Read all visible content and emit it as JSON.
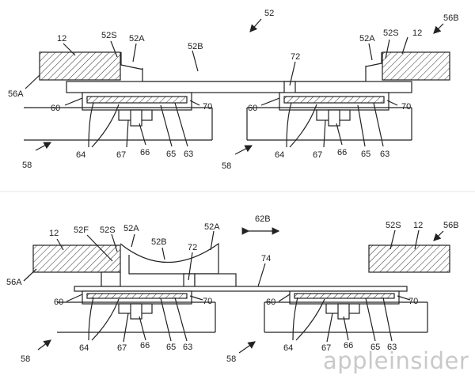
{
  "figure_top": {
    "labels": {
      "assembly": "52",
      "plate_left": "12",
      "plate_right": "12",
      "side_left": "52S",
      "side_right": "52S",
      "edge_left": "52A",
      "edge_right": "52A",
      "button": "52B",
      "stem": "72",
      "region_left": "56A",
      "region_right": "56B",
      "bracket_left": "60",
      "bracket_right": "60",
      "dome_left": "70",
      "dome_right": "70",
      "flex_left": "58",
      "flex_right": "58",
      "leads_left": "64",
      "leads_right": "64",
      "contact_left": "67",
      "contact_right": "67",
      "pad_left": "66",
      "pad_right": "66",
      "layer_left": "65",
      "layer_right": "65",
      "base_left": "63",
      "base_right": "63"
    }
  },
  "figure_bottom": {
    "labels": {
      "plate_left": "12",
      "plate_right": "12",
      "flange": "52F",
      "side_left": "52S",
      "side_right": "52S",
      "edge_left": "52A",
      "edge_right": "52A",
      "button": "52B",
      "motion": "62B",
      "stem": "72",
      "slider": "74",
      "region_left": "56A",
      "region_right": "56B",
      "bracket_left": "60",
      "bracket_right": "60",
      "dome_left": "70",
      "dome_right": "70",
      "flex_left": "58",
      "flex_right": "58",
      "leads_left": "64",
      "leads_right": "64",
      "contact_left": "67",
      "contact_right": "67",
      "pad_left": "66",
      "pad_right": "66",
      "layer_left": "65",
      "layer_right": "65",
      "base_left": "63",
      "base_right": "63"
    }
  },
  "watermark": "appleinsider"
}
